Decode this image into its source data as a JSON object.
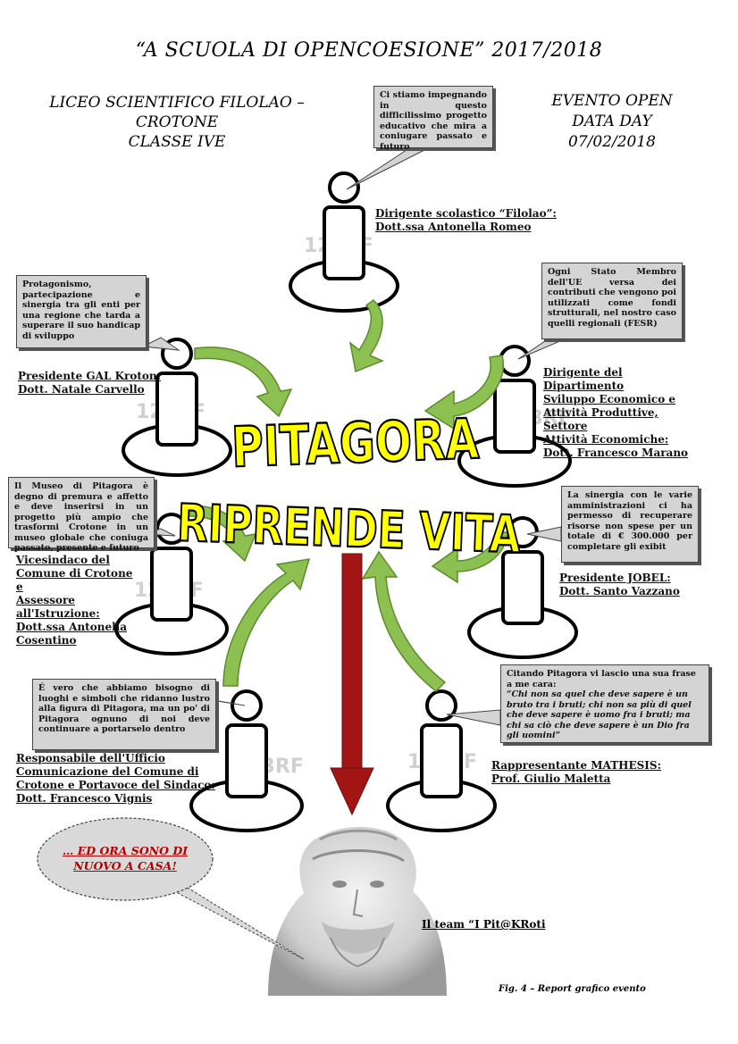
{
  "header": {
    "title": "“A SCUOLA DI OPENCOESIONE” 2017/2018",
    "school_line1": "LICEO SCIENTIFICO FILOLAO – CROTONE",
    "school_line2": "CLASSE IVE",
    "event_line1": "EVENTO OPEN",
    "event_line2": "DATA DAY",
    "event_date": "07/02/2018"
  },
  "center": {
    "line1": "PITAGORA",
    "line2": "RIPRENDE VITA"
  },
  "watermark": "123RF",
  "speakers": [
    {
      "id": "dirigente-scolastico",
      "label_lines": [
        "Dirigente scolastico “Filolao”:",
        "Dott.ssa Antonella Romeo"
      ],
      "quote": "Ci stiamo impegnando in questo difficilissimo progetto educativo che mira a coniugare passato e futuro"
    },
    {
      "id": "presidente-gal",
      "label_lines": [
        "Presidente GAL Kroton:",
        "Dott. Natale Carvello"
      ],
      "quote": "Protagonismo, partecipazione e sinergia tra gli enti per una regione che tarda a superare il suo handicap di sviluppo"
    },
    {
      "id": "dirigente-dipartimento",
      "label_lines": [
        "Dirigente del Dipartimento",
        "Sviluppo Economico e",
        "Attività Produttive, Settore",
        "Attività Economiche:",
        "Dott. Francesco Marano"
      ],
      "quote": "Ogni Stato Membro dell'UE versa dei contributi che vengono poi utilizzati come fondi strutturali, nel nostro caso quelli regionali (FESR)"
    },
    {
      "id": "vicesindaco",
      "label_lines": [
        "Vicesindaco del",
        "Comune di Crotone e",
        "Assessore",
        "all'Istruzione:",
        "Dott.ssa Antonella",
        "Cosentino"
      ],
      "quote": "Il Museo di Pitagora è degno di premura e affetto e deve inserirsi in un progetto più ampio che trasformi Crotone in un museo globale che coniuga passato, presente e futuro"
    },
    {
      "id": "presidente-jobel",
      "label_lines": [
        "Presidente JOBEL:",
        "Dott. Santo Vazzano"
      ],
      "quote": "La sinergia con le varie amministrazioni ci ha permesso di recuperare risorse non spese per un totale di € 300.000 per completare gli exibit"
    },
    {
      "id": "responsabile-comunicazione",
      "label_lines": [
        "Responsabile dell'Ufficio",
        "Comunicazione del Comune di",
        "Crotone e Portavoce del Sindaco:",
        "Dott. Francesco Vignis"
      ],
      "quote": "É vero che abbiamo bisogno di luoghi e simboli che ridanno lustro alla figura di Pitagora, ma un po' di Pitagora ognuno di noi deve continuare a portarselo dentro"
    },
    {
      "id": "rappresentante-mathesis",
      "label_lines": [
        "Rappresentante MATHESIS:",
        "Prof. Giulio Maletta"
      ],
      "quote_intro": "Citando Pitagora vi lascio una sua frase a me cara:",
      "quote": "“Chi non sa quel che deve sapere è un bruto tra i bruti; chi non sa più di quel che deve sapere è uomo fra i bruti; ma chi sa ciò che deve sapere è un Dio fra gli uomini”"
    }
  ],
  "closing_bubble": "… ED ORA SONO DI NUOVO A CASA!",
  "team_label": "Il team “I Pit@KRoti",
  "caption": "Fig. 4 – Report grafico evento",
  "colors": {
    "arrow_green": "#8cc152",
    "arrow_red": "#a31515",
    "title_yellow": "#ffff00",
    "bubble_gray": "#d4d4d4",
    "closing_red": "#b30000"
  }
}
